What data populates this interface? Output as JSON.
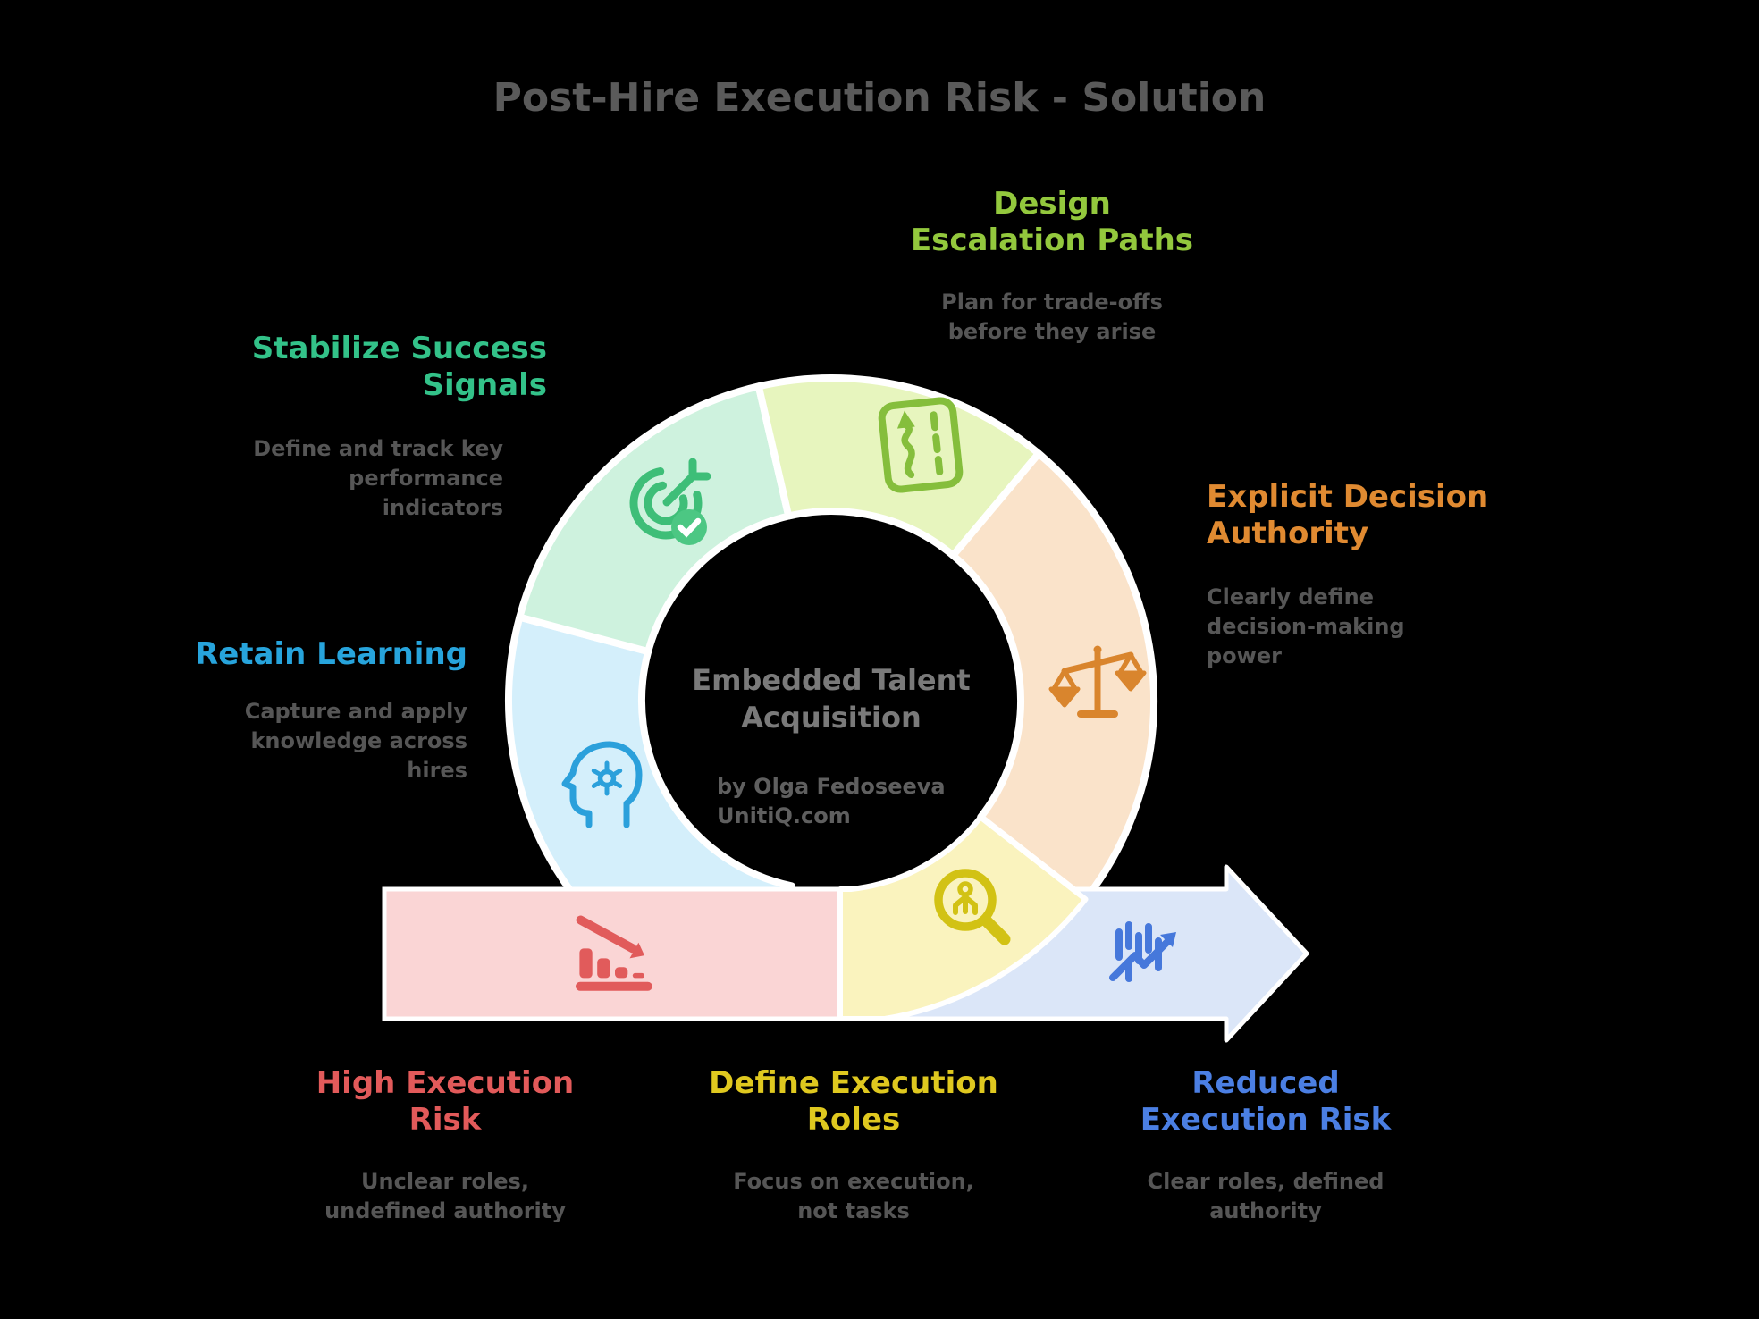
{
  "title": "Post-Hire Execution Risk - Solution",
  "center": {
    "heading": "Embedded Talent\nAcquisition",
    "byline": "by Olga Fedoseeva\nUnitiQ.com"
  },
  "steps": {
    "stabilize": {
      "heading": "Stabilize Success\nSignals",
      "description": "Define and track key\nperformance\nindicators",
      "color": "#33C289",
      "icon": "target-check-icon"
    },
    "design": {
      "heading": "Design\nEscalation Paths",
      "description": "Plan for trade-offs\nbefore they arise",
      "color": "#93C83D",
      "icon": "escalation-path-icon"
    },
    "explicit": {
      "heading": "Explicit Decision\nAuthority",
      "description": "Clearly define\ndecision-making\npower",
      "color": "#E08A31",
      "icon": "scales-icon"
    },
    "retain": {
      "heading": "Retain Learning",
      "description": "Capture and apply\nknowledge across\nhires",
      "color": "#27A4DC",
      "icon": "head-gear-icon"
    },
    "high": {
      "heading": "High Execution\nRisk",
      "description": "Unclear roles,\nundefined authority",
      "color": "#E25A5A",
      "icon": "declining-chart-icon"
    },
    "define": {
      "heading": "Define Execution\nRoles",
      "description": "Focus on execution,\nnot tasks",
      "color": "#DFC81F",
      "icon": "person-search-icon"
    },
    "reduced": {
      "heading": "Reduced\nExecution Risk",
      "description": "Clear roles, defined\nauthority",
      "color": "#4B7FE3",
      "icon": "rising-chart-icon"
    }
  },
  "colors": {
    "background": "#000000",
    "title_text": "#5A5A5A",
    "subtitle_text": "#565656",
    "center_heading": "#7A7A7A",
    "center_byline": "#5F5F5F",
    "segment_mint": "#CEF2DE",
    "segment_green": "#E7F5BE",
    "segment_peach": "#FAE3CA",
    "segment_yellow": "#FAF3BE",
    "segment_blue": "#D4EFFB",
    "band_pink": "#FAD5D5",
    "band_arrow_blue": "#DBE6F8",
    "stroke_white": "#FFFFFF",
    "icon_target": "#3EBE78",
    "icon_check": "#4CC783",
    "icon_escalation": "#85BE3C",
    "icon_scales": "#D9852D",
    "icon_magnifier": "#D2C214",
    "icon_head": "#2BA0DB",
    "icon_decline": "#E15B5B",
    "icon_rise": "#4678DB"
  }
}
